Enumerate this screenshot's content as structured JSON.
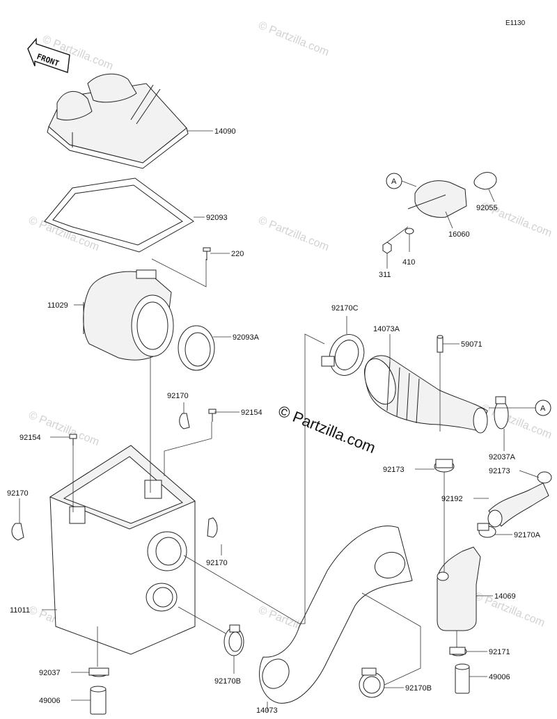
{
  "diagram_code": "E1130",
  "front_label": "FRONT",
  "watermark": "© Partzilla.com",
  "callout_letter": "A",
  "callouts": {
    "p14090": "14090",
    "p92093": "92093",
    "p220": "220",
    "p11029": "11029",
    "p92093A": "92093A",
    "p92170_a": "92170",
    "p92154_a": "92154",
    "p92154_b": "92154",
    "p92170_b": "92170",
    "p92170_c": "92170",
    "p11011": "11011",
    "p92037": "92037",
    "p49006_a": "49006",
    "p92170B_a": "92170B",
    "p14073": "14073",
    "p92170B_b": "92170B",
    "p92170C": "92170C",
    "p14073A": "14073A",
    "p59071": "59071",
    "p92037A": "92037A",
    "p92173_a": "92173",
    "p92173_b": "92173",
    "p92192": "92192",
    "p92170A": "92170A",
    "p14069": "14069",
    "p92171": "92171",
    "p49006_b": "49006",
    "p16060": "16060",
    "p92055": "92055",
    "p311": "311",
    "p410": "410"
  }
}
